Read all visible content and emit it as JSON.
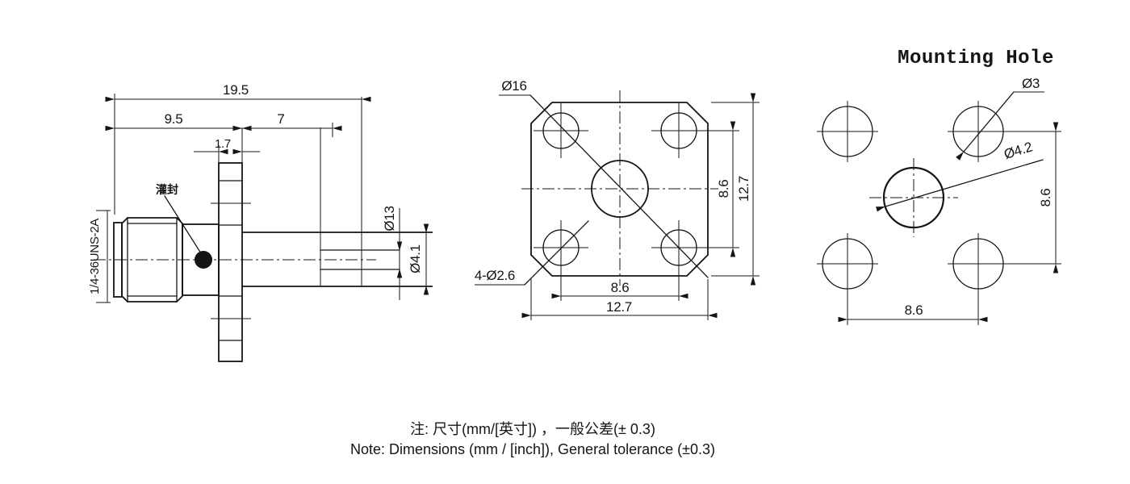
{
  "drawing": {
    "colors": {
      "ink": "#151515",
      "bg": "#ffffff"
    },
    "side": {
      "thread_label": "1/4-36UNS-2A",
      "potting_label": "灌封",
      "dim_overall": "19.5",
      "dim_left": "9.5",
      "dim_right": "7",
      "dim_flange_thickness": "1.7",
      "dim_barrel_dia": "Ø13",
      "dim_tube_dia": "Ø4.1"
    },
    "front": {
      "dim_diagonal_dia": "Ø16",
      "dim_corner_holes": "4-Ø2.6",
      "dim_hole_pitch_v": "8.6",
      "dim_flange_size_v": "12.7",
      "dim_hole_pitch_h": "8.6",
      "dim_flange_size_h": "12.7"
    },
    "mount": {
      "title": "Mounting Hole",
      "dim_corner_hole_dia": "Ø3",
      "dim_center_hole_dia": "Ø4.2",
      "dim_pitch_v": "8.6",
      "dim_pitch_h": "8.6"
    },
    "note": {
      "zh": "注: 尺寸(mm/[英寸]) ，一般公差(± 0.3)",
      "en": "Note: Dimensions (mm / [inch]), General tolerance (±0.3)"
    }
  }
}
